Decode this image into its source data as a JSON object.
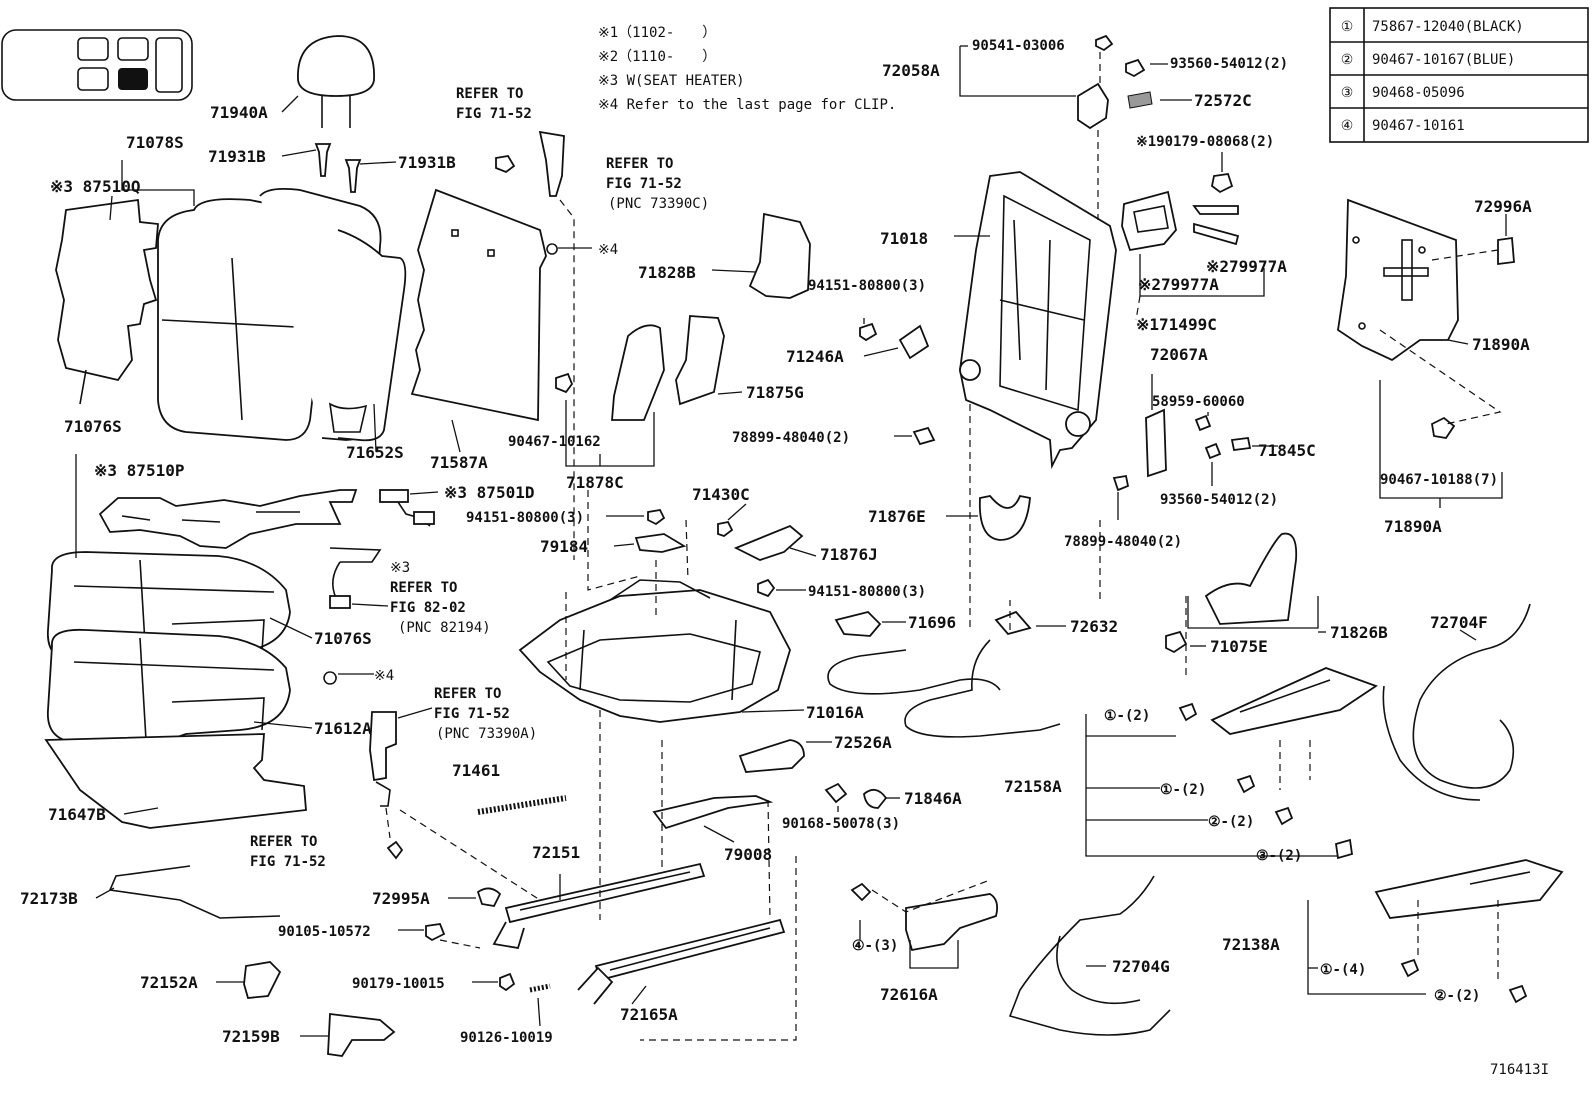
{
  "notes": [
    "※1（1102-　　）",
    "※2（1110-　　）",
    "※3 W(SEAT HEATER)",
    "※4 Refer to the last page for CLIP."
  ],
  "legend": [
    {
      "num": "①",
      "part": "75867-12040(BLACK)"
    },
    {
      "num": "②",
      "part": "90467-10167(BLUE)"
    },
    {
      "num": "③",
      "part": "90468-05096"
    },
    {
      "num": "④",
      "part": "90467-10161"
    }
  ],
  "labels": {
    "l71940A": "71940A",
    "l71078S": "71078S",
    "l71931B_1": "71931B",
    "l71931B_2": "71931B",
    "l87510Q": "※3 87510Q",
    "l71652S": "71652S",
    "l71587A": "71587A",
    "l71076S_top": "71076S",
    "l87510P": "※3 87510P",
    "l87501D": "※3 87501D",
    "l71076S_mid": "71076S",
    "l71612A": "71612A",
    "l71647B": "71647B",
    "l72173B": "72173B",
    "l72152A": "72152A",
    "l72159B": "72159B",
    "l72995A": "72995A",
    "l90105": "90105-10572",
    "l90179_10015": "90179-10015",
    "l90126": "90126-10019",
    "l72165A": "72165A",
    "l72151": "72151",
    "l71461": "71461",
    "l79008": "79008",
    "l71828B": "71828B",
    "l71875G": "71875G",
    "l90467_10162": "90467-10162",
    "l71878C": "71878C",
    "l94151_a": "94151-80800(3)",
    "l94151_b": "94151-80800(3)",
    "l94151_c": "94151-80800(3)",
    "l79184": "79184",
    "l71430C": "71430C",
    "l71876J": "71876J",
    "l71696": "71696",
    "l71016A": "71016A",
    "l72526A": "72526A",
    "l90168": "90168-50078(3)",
    "l71846A": "71846A",
    "l72616A": "72616A",
    "l72704G": "72704G",
    "l72632": "72632",
    "l71876E": "71876E",
    "l71246A": "71246A",
    "l78899_a": "78899-48040(2)",
    "l78899_b": "78899-48040(2)",
    "l71018": "71018",
    "l72058A": "72058A",
    "l90541": "90541-03006",
    "l93560_a": "93560-54012(2)",
    "l72572C": "72572C",
    "l90179_08068": "※190179-08068(2)",
    "l79977A_1": "※279977A",
    "l79977A_2": "※279977A",
    "l71499C": "※171499C",
    "l72067A": "72067A",
    "l58959": "58959-60060",
    "l71845C": "71845C",
    "l93560_b": "93560-54012(2)",
    "l72996A": "72996A",
    "l71890A_1": "71890A",
    "l71890A_2": "71890A",
    "l90467_10188": "90467-10188(7)",
    "l71826B": "71826B",
    "l71075E": "71075E",
    "l72704F": "72704F",
    "l72158A": "72158A",
    "l72138A": "72138A",
    "c1a": "①-(2)",
    "c1b": "①-(2)",
    "c2a": "②-(2)",
    "c3a": "③-(2)",
    "c4a": "④-(3)",
    "c1c": "①-(4)",
    "c2b": "②-(2)",
    "ref1_a": "REFER TO",
    "ref1_b": "FIG 71-52",
    "ref2_a": "REFER TO",
    "ref2_b": "FIG 71-52",
    "ref2_c": "(PNC 73390C)",
    "ref3_a": "※3",
    "ref3_b": "REFER TO",
    "ref3_c": "FIG 82-02",
    "ref3_d": "(PNC 82194)",
    "ref4_a": "REFER TO",
    "ref4_b": "FIG 71-52",
    "ref4_c": "(PNC 73390A)",
    "ref5_a": "REFER TO",
    "ref5_b": "FIG 71-52",
    "star4_a": "※4",
    "star4_b": "※4",
    "illus_no": "716413I"
  }
}
